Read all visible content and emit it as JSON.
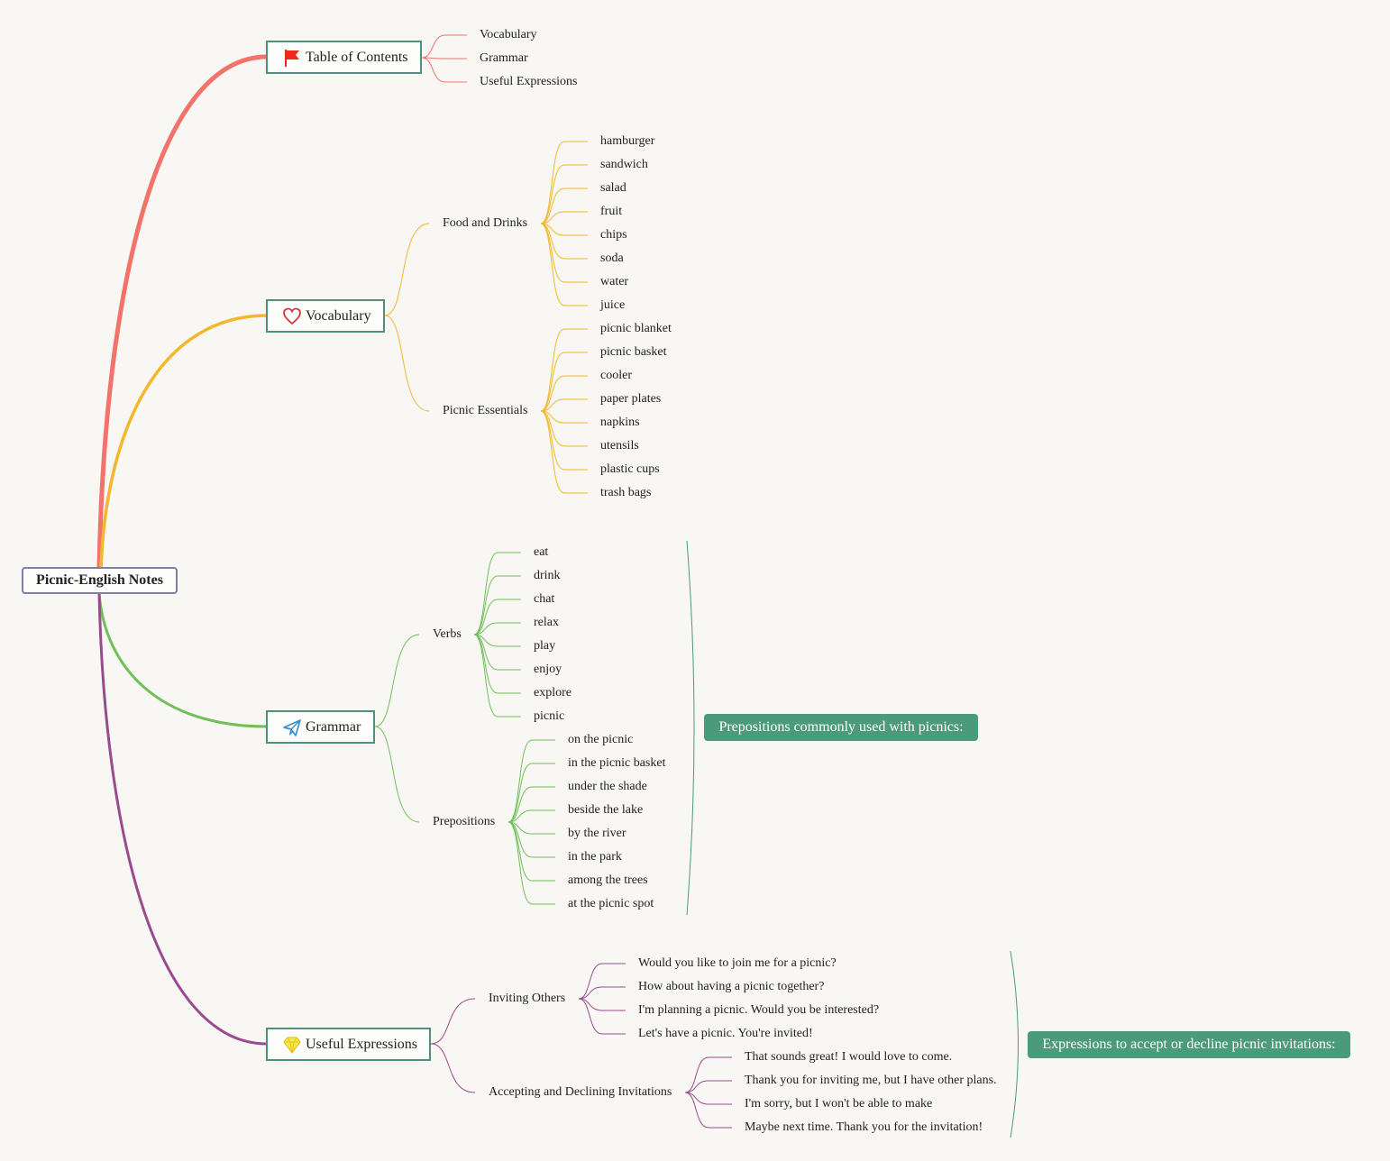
{
  "root": {
    "title": "Picnic-English Notes"
  },
  "branches": {
    "toc": {
      "title": "Table of Contents",
      "icon": "flag-icon",
      "color": "#f2736a",
      "items": [
        "Vocabulary",
        "Grammar",
        "Useful Expressions"
      ]
    },
    "vocabulary": {
      "title": "Vocabulary",
      "icon": "heart-icon",
      "color": "#f3b72c",
      "food": {
        "title": "Food and Drinks",
        "items": [
          "hamburger",
          "sandwich",
          "salad",
          "fruit",
          "chips",
          "soda",
          "water",
          "juice"
        ]
      },
      "essentials": {
        "title": "Picnic Essentials",
        "items": [
          "picnic blanket",
          "picnic basket",
          "cooler",
          "paper plates",
          "napkins",
          "utensils",
          "plastic cups",
          "trash bags"
        ]
      }
    },
    "grammar": {
      "title": "Grammar",
      "icon": "paper-plane-icon",
      "color": "#72bf5a",
      "verbs": {
        "title": "Verbs",
        "items": [
          "eat",
          "drink",
          "chat",
          "relax",
          "play",
          "enjoy",
          "explore",
          "picnic"
        ]
      },
      "prepositions": {
        "title": "Prepositions",
        "items": [
          "on the picnic",
          "in the picnic basket",
          "under the shade",
          "beside the lake",
          "by the river",
          "in the park",
          "among the trees",
          "at the picnic spot"
        ]
      },
      "summary": "Prepositions commonly used with picnics:"
    },
    "expressions": {
      "title": "Useful Expressions",
      "icon": "diamond-icon",
      "color": "#9a4a8f",
      "inviting": {
        "title": "Inviting Others",
        "items": [
          "Would you like to join me for a picnic?",
          "How about having a picnic together?",
          "I'm planning a picnic. Would you be interested?",
          "Let's have a picnic. You're invited!"
        ]
      },
      "accepting": {
        "title": "Accepting and Declining Invitations",
        "items": [
          "That sounds great! I would love to come.",
          "Thank you for inviting me, but I have other plans.",
          "I'm sorry, but I won't be able to make",
          "Maybe next time. Thank you for the invitation!"
        ]
      },
      "summary": "Expressions to accept or decline picnic invitations:"
    }
  },
  "colors": {
    "summary_bg": "#4b9a7c",
    "node_border": "#4e8f80",
    "summary_bracket": "#4b9a7c"
  }
}
